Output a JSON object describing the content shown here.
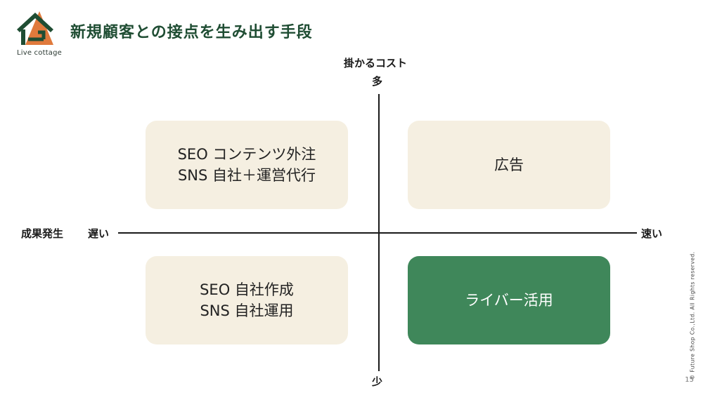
{
  "logo": {
    "text": "Live cottage"
  },
  "title": "新規顧客との接点を生み出す手段",
  "axes": {
    "vertical_title": "掛かるコスト",
    "vertical_top": "多",
    "vertical_bottom": "少",
    "horizontal_title": "成果発生",
    "horizontal_left": "遅い",
    "horizontal_right": "速い"
  },
  "quadrants": {
    "top_left": {
      "line1": "SEO コンテンツ外注",
      "line2": "SNS 自社＋運営代行"
    },
    "top_right": {
      "line1": "広告"
    },
    "bottom_left": {
      "line1": "SEO 自社作成",
      "line2": "SNS 自社運用"
    },
    "bottom_right": {
      "line1": "ライバー活用"
    }
  },
  "colors": {
    "title": "#1f4d33",
    "box_light": "#f5efe1",
    "box_highlight": "#3f875a"
  },
  "footer": {
    "copyright": "© Future Shop Co.,Ltd. All Rights reserved.",
    "page_number": "15"
  }
}
